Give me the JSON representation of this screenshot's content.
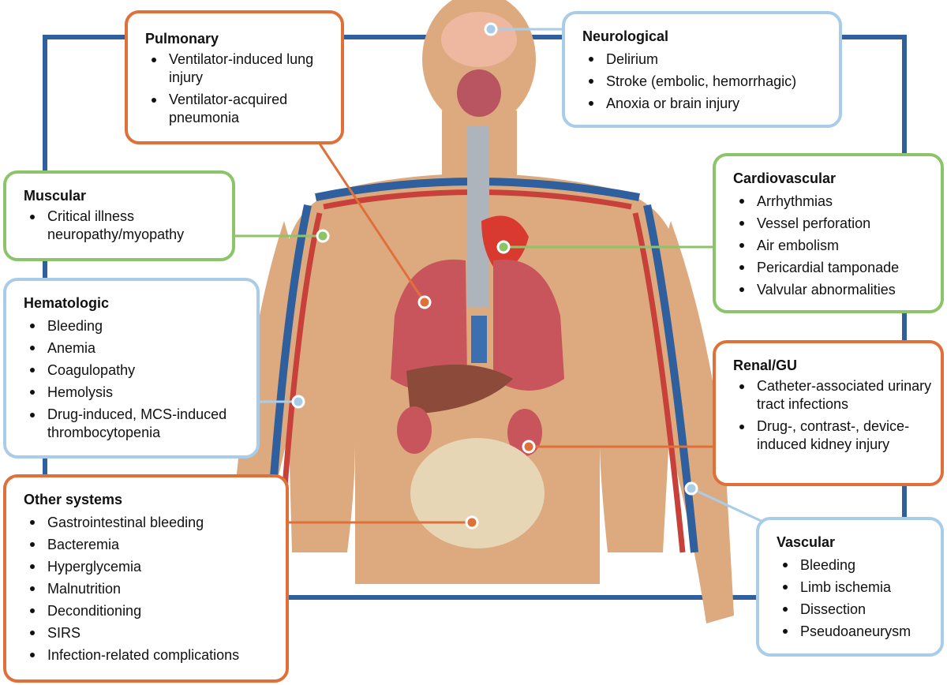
{
  "colors": {
    "orange": "#e0703a",
    "blue": "#a9cde9",
    "green": "#8cc46a",
    "frame": "#2f5f9c",
    "skin": "#dcaa7e",
    "organ": "#c8555c"
  },
  "panels": {
    "pulmonary": {
      "title": "Pulmonary",
      "items": [
        "Ventilator-induced lung injury",
        "Ventilator-acquired pneumonia"
      ]
    },
    "neurological": {
      "title": "Neurological",
      "items": [
        "Delirium",
        "Stroke (embolic, hemorrhagic)",
        "Anoxia or brain injury"
      ]
    },
    "muscular": {
      "title": "Muscular",
      "items": [
        "Critical illness neuropathy/myopathy"
      ]
    },
    "cardiovascular": {
      "title": "Cardiovascular",
      "items": [
        "Arrhythmias",
        "Vessel perforation",
        "Air embolism",
        "Pericardial tamponade",
        "Valvular abnormalities"
      ]
    },
    "hematologic": {
      "title": "Hematologic",
      "items": [
        "Bleeding",
        "Anemia",
        "Coagulopathy",
        "Hemolysis",
        "Drug-induced, MCS-induced thrombocytopenia"
      ]
    },
    "renal": {
      "title": "Renal/GU",
      "items": [
        "Catheter-associated urinary tract infections",
        "Drug-, contrast-, device-induced kidney injury"
      ]
    },
    "other": {
      "title": "Other systems",
      "items": [
        "Gastrointestinal bleeding",
        "Bacteremia",
        "Hyperglycemia",
        "Malnutrition",
        "Deconditioning",
        "SIRS",
        "Infection-related complications"
      ]
    },
    "vascular": {
      "title": "Vascular",
      "items": [
        "Bleeding",
        "Limb ischemia",
        "Dissection",
        "Pseudoaneurysm"
      ]
    }
  }
}
